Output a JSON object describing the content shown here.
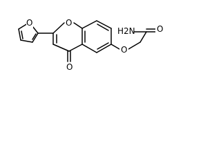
{
  "molecule": {
    "atoms": [
      {
        "id": "o_furan",
        "label": "O"
      },
      {
        "id": "o_pyranone",
        "label": "O"
      },
      {
        "id": "o_carbonyl",
        "label": "O"
      },
      {
        "id": "o_ether",
        "label": "O"
      },
      {
        "id": "nh2",
        "label": "H2N"
      },
      {
        "id": "o_amide",
        "label": "O"
      }
    ]
  }
}
